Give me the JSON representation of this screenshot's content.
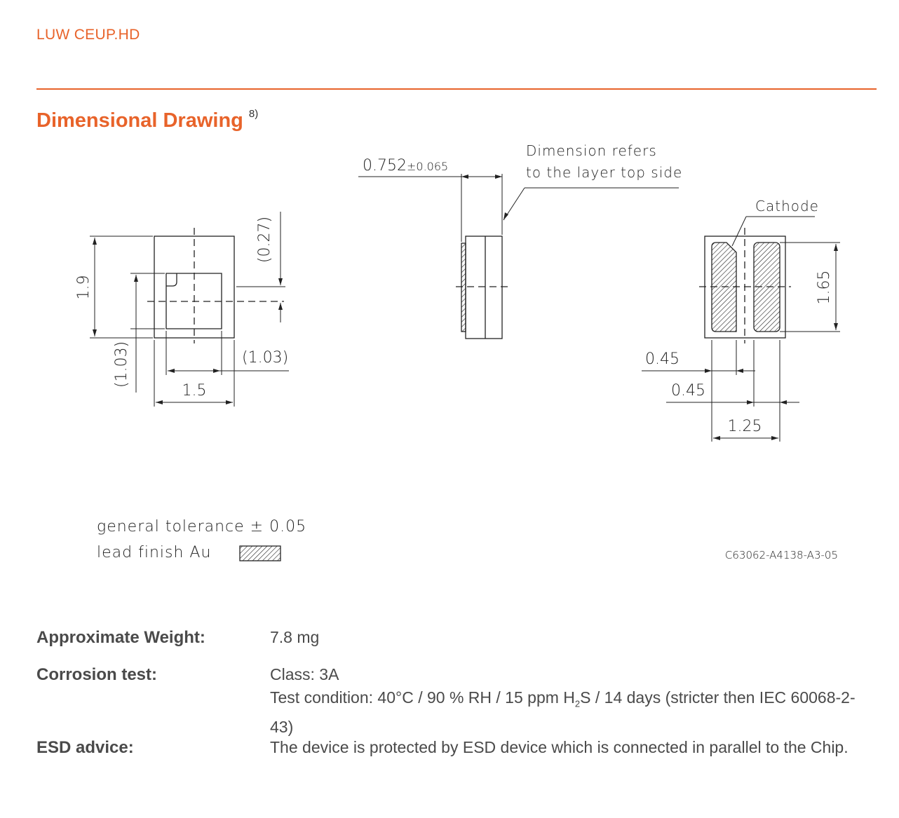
{
  "header": {
    "title": "LUW CEUP.HD"
  },
  "section": {
    "heading": "Dimensional Drawing",
    "footnote": "8)"
  },
  "drawing": {
    "top_dim": "0.752",
    "top_dim_tol": "±0.065",
    "note_line1": "Dimension refers",
    "note_line2": "to the layer top side",
    "cathode": "Cathode",
    "dim_1_9": "1.9",
    "dim_0_27": "(0.27)",
    "dim_1_03_v": "(1.03)",
    "dim_1_03_h": "(1.03)",
    "dim_1_5": "1.5",
    "dim_1_65": "1.65",
    "dim_0_45_a": "0.45",
    "dim_0_45_b": "0.45",
    "dim_1_25": "1.25",
    "tolerance": "general tolerance ± 0.05",
    "lead_finish": "lead finish Au",
    "drawing_number": "C63062-A4138-A3-05"
  },
  "specs": {
    "weight_label": "Approximate Weight:",
    "weight_value": "7.8 mg",
    "corrosion_label": "Corrosion test:",
    "corrosion_class": "Class: 3A",
    "corrosion_cond_a": "Test condition: 40°C / 90 % RH / 15 ppm H",
    "corrosion_cond_sub": "2",
    "corrosion_cond_b": "S / 14 days (stricter then IEC 60068-2-43)",
    "esd_label": "ESD advice:",
    "esd_value": "The device is protected by ESD device which is connected in parallel to the Chip."
  }
}
